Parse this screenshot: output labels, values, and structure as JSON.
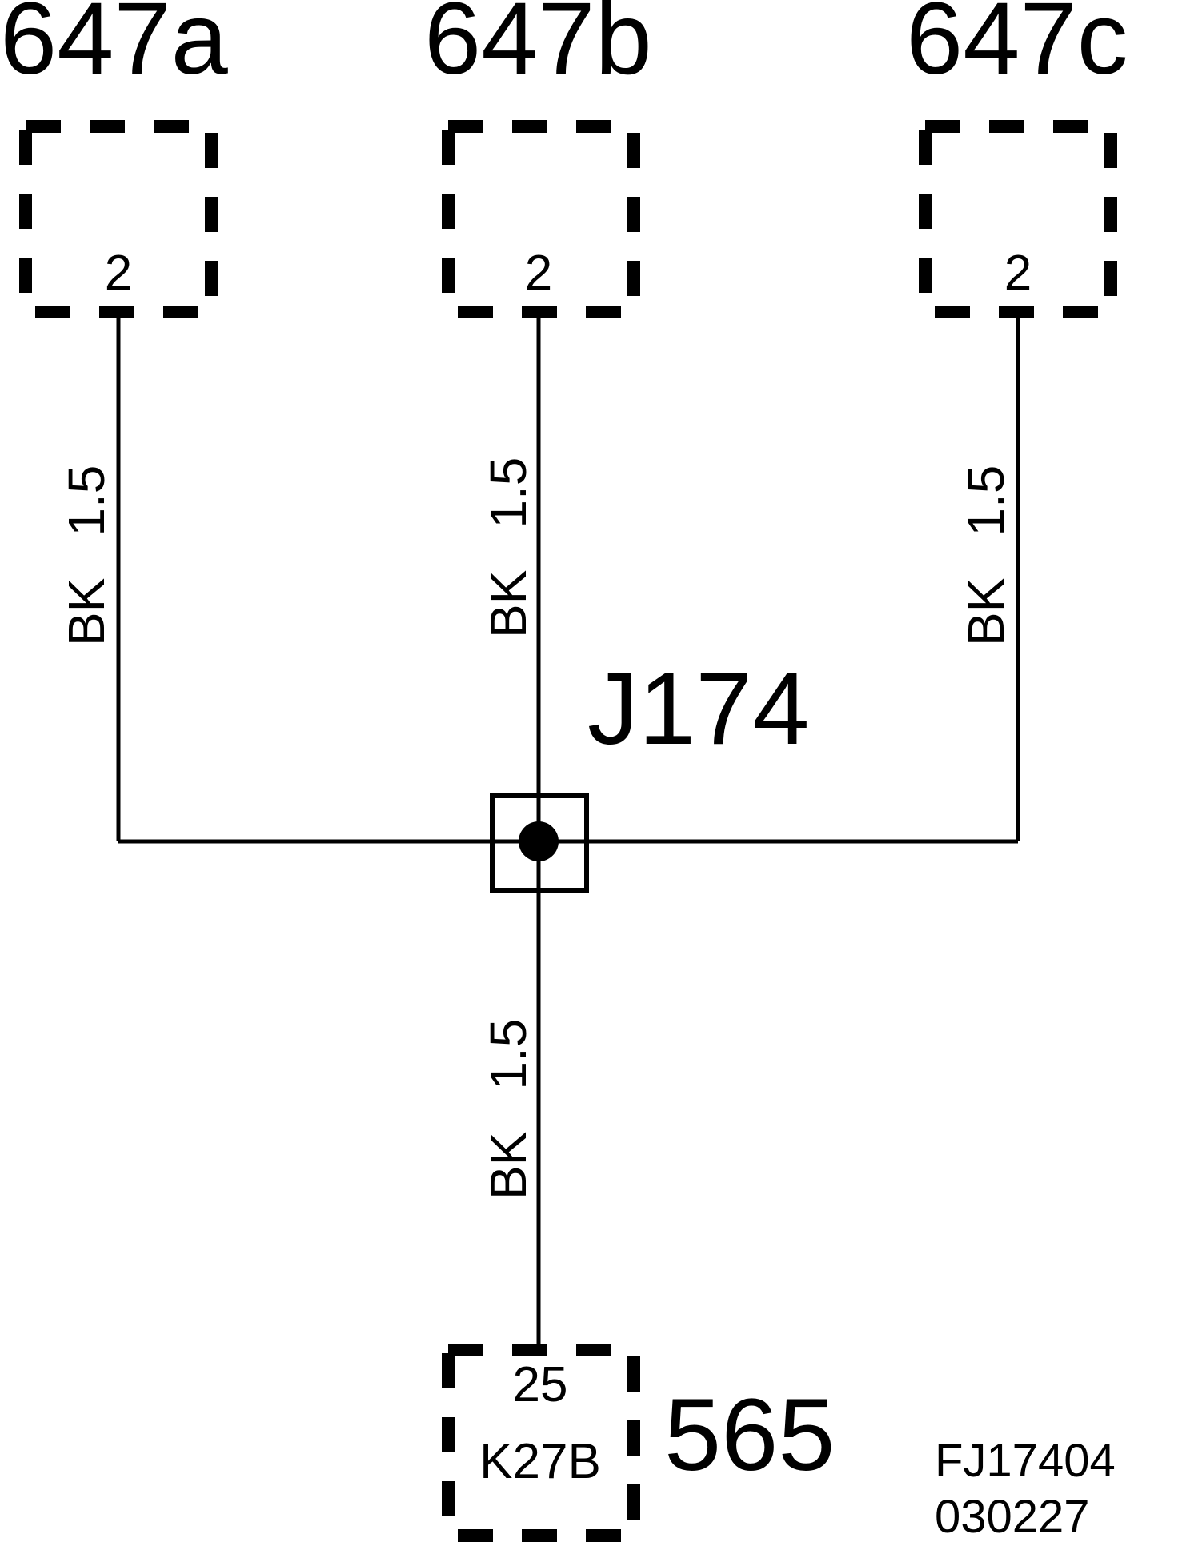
{
  "diagram": {
    "components": [
      {
        "id": "647a",
        "label": "647a",
        "pin": "2"
      },
      {
        "id": "647b",
        "label": "647b",
        "pin": "2"
      },
      {
        "id": "647c",
        "label": "647c",
        "pin": "2"
      },
      {
        "id": "565",
        "label": "565",
        "pin": "25",
        "connector": "K27B"
      }
    ],
    "splice": {
      "label": "J174"
    },
    "wires": [
      {
        "from": "647a",
        "to": "J174",
        "color": "BK",
        "size": "1.5"
      },
      {
        "from": "647b",
        "to": "J174",
        "color": "BK",
        "size": "1.5"
      },
      {
        "from": "647c",
        "to": "J174",
        "color": "BK",
        "size": "1.5"
      },
      {
        "from": "J174",
        "to": "565",
        "color": "BK",
        "size": "1.5"
      }
    ],
    "footer": {
      "line1": "FJ17404",
      "line2": "030227"
    }
  }
}
